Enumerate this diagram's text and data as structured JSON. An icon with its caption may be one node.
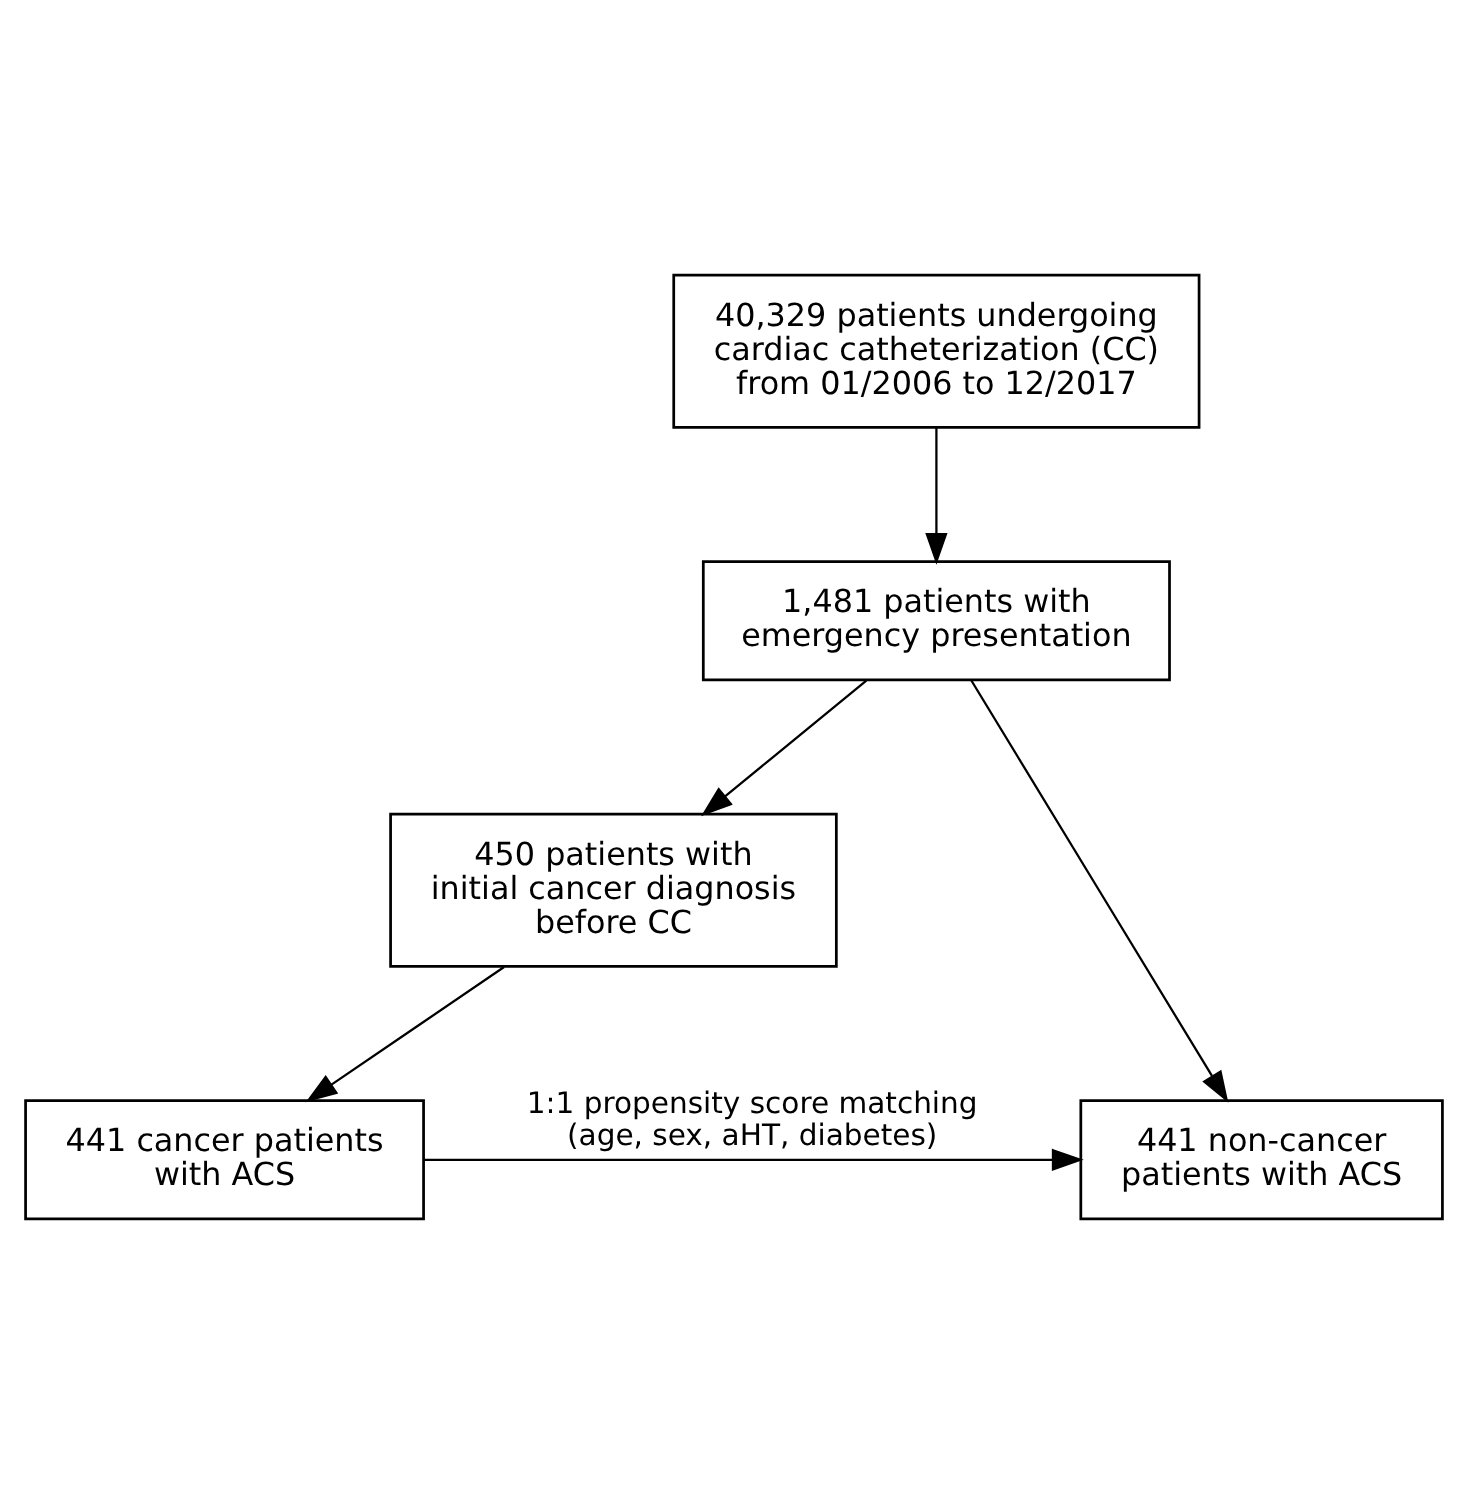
{
  "diagram": {
    "nodes": [
      {
        "text": [
          "40,329 patients undergoing cardiac catheterization (CC) from 01/2006 to 12/2017"
        ]
      },
      {
        "text": [
          "1,481 patients with emergency presentation"
        ]
      },
      {
        "text": [
          "450 patients with initial cancer diagnosis before CC"
        ]
      },
      {
        "text": [
          "441 cancer patients with ACS"
        ]
      },
      {
        "text": [
          "441 non-cancer patients with ACS"
        ]
      }
    ],
    "edges": [
      {
        "from": 0,
        "to": 1,
        "arrow": "to"
      },
      {
        "from": 1,
        "to": 2,
        "arrow": "to"
      },
      {
        "from": 1,
        "to": 4,
        "arrow": "to"
      },
      {
        "from": 2,
        "to": 3,
        "arrow": "to"
      },
      {
        "from": 3,
        "to": 4,
        "arrow": "to",
        "label": "1:1 propensity score matching (age, sex, aHT, diabetes)"
      }
    ]
  }
}
